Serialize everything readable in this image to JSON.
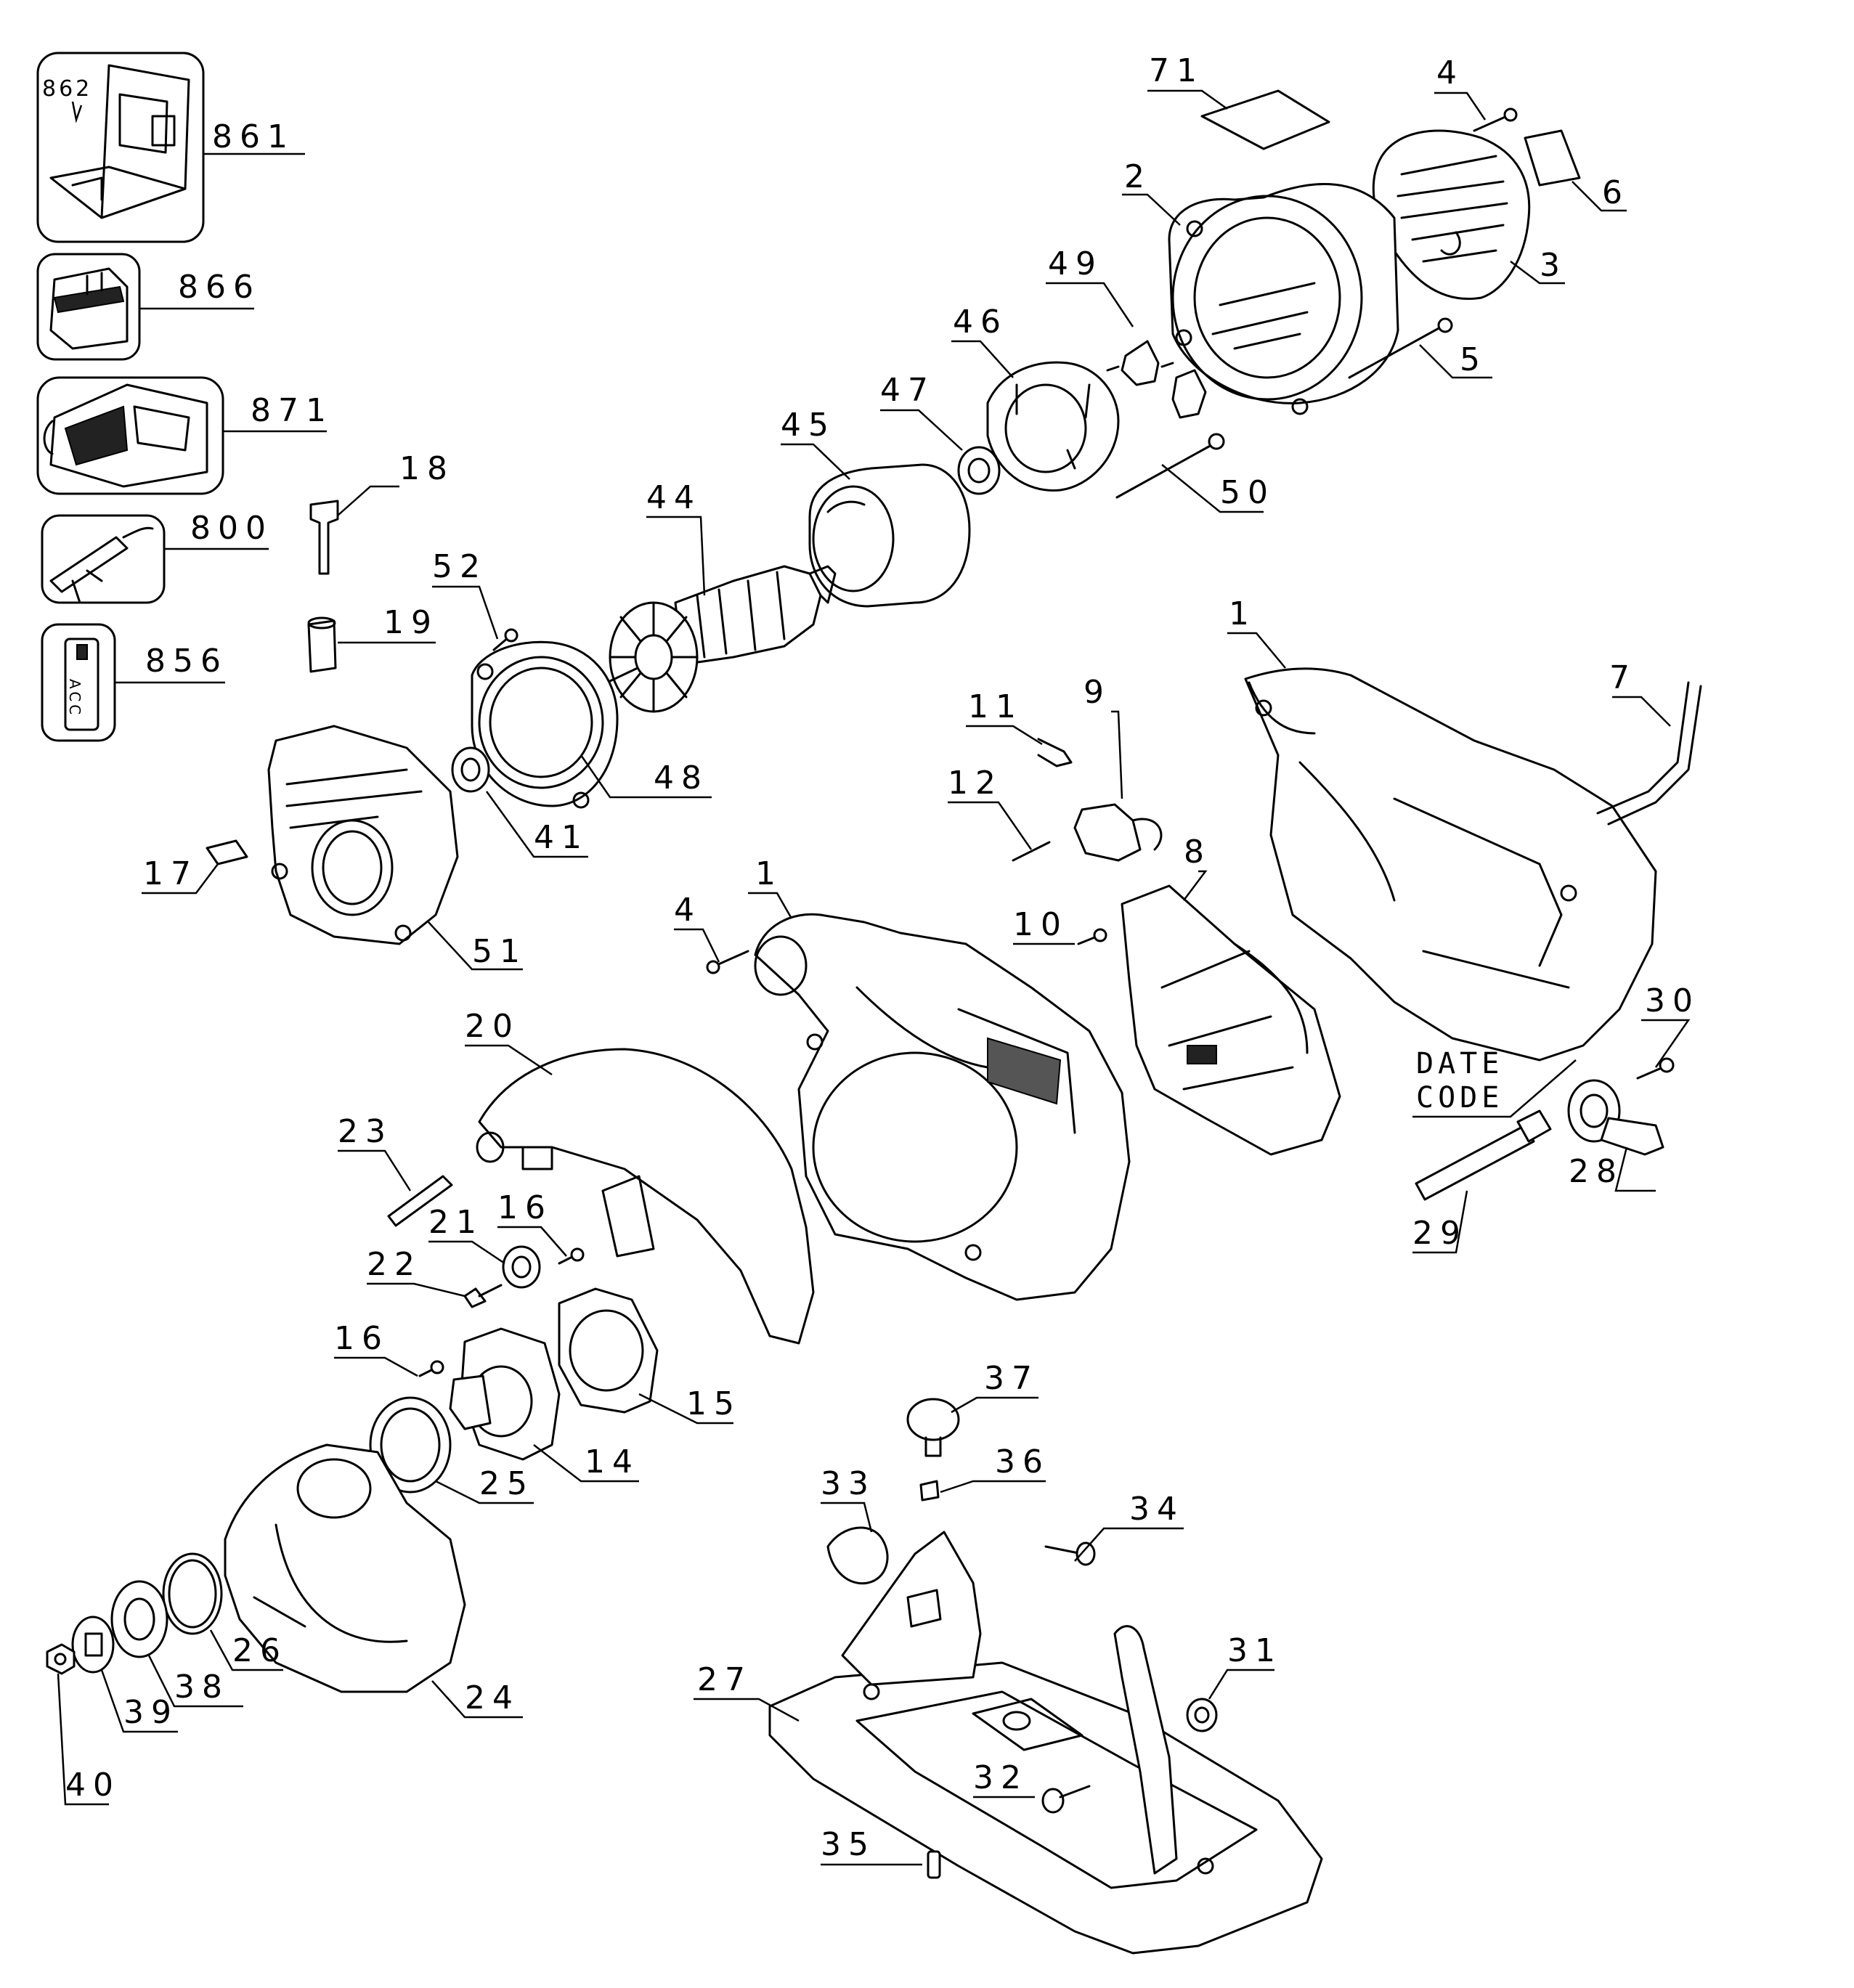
{
  "accessories": {
    "case_label": "861",
    "case_sub_label": "862",
    "battery_label": "866",
    "charger_label": "871",
    "cord_label": "800",
    "acc_label": "856",
    "acc_card_text": "ACC"
  },
  "callouts": {
    "c71": "71",
    "c4a": "4",
    "c6": "6",
    "c2": "2",
    "c3": "3",
    "c49": "49",
    "c46": "46",
    "c5": "5",
    "c47": "47",
    "c45": "45",
    "c50": "50",
    "c18": "18",
    "c44": "44",
    "c52": "52",
    "c19": "19",
    "c1a": "1",
    "c7": "7",
    "c11": "11",
    "c9": "9",
    "c12": "12",
    "c48": "48",
    "c41": "41",
    "c17": "17",
    "c8": "8",
    "c1b": "1",
    "c4b": "4",
    "c10": "10",
    "c51": "51",
    "c30": "30",
    "c20": "20",
    "c23": "23",
    "c16a": "16",
    "c21": "21",
    "c22": "22",
    "c28": "28",
    "c29": "29",
    "c16b": "16",
    "c15": "15",
    "c37": "37",
    "c14": "14",
    "c36": "36",
    "c25": "25",
    "c33": "33",
    "c34": "34",
    "c31": "31",
    "c27": "27",
    "c26": "26",
    "c24": "24",
    "c38": "38",
    "c39": "39",
    "c32": "32",
    "c40": "40",
    "c35": "35"
  },
  "date_code": {
    "line1": "DATE",
    "line2": "CODE"
  }
}
